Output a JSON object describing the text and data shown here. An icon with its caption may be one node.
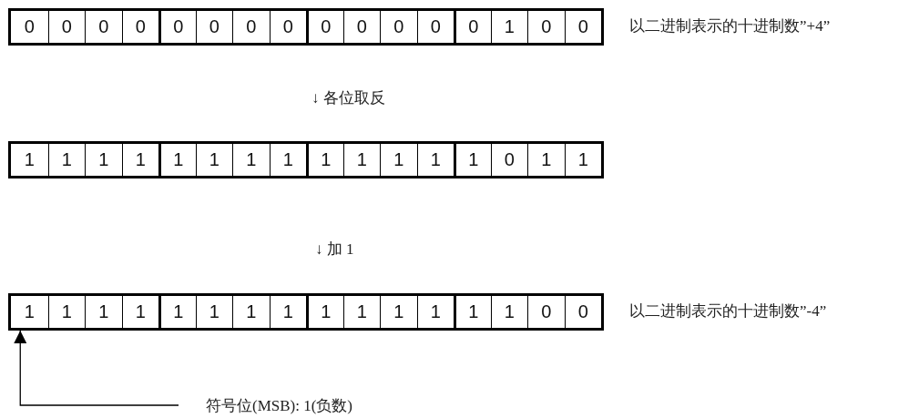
{
  "diagram": {
    "nodes": [
      {
        "text": [],
        "shape": "box",
        "beside": [
          "以二进制表示的十进制数”+4”"
        ]
      },
      {
        "text": [
          "0"
        ],
        "in": 0
      },
      {
        "text": [
          "0"
        ],
        "in": 0
      },
      {
        "text": [
          "0"
        ],
        "in": 0
      },
      {
        "text": [
          "0"
        ],
        "in": 0
      },
      {
        "text": [
          "0"
        ],
        "in": 0
      },
      {
        "text": [
          "0"
        ],
        "in": 0
      },
      {
        "text": [
          "0"
        ],
        "in": 0
      },
      {
        "text": [
          "0"
        ],
        "in": 0
      },
      {
        "text": [
          "0"
        ],
        "in": 0
      },
      {
        "text": [
          "0"
        ],
        "in": 0
      },
      {
        "text": [
          "0"
        ],
        "in": 0
      },
      {
        "text": [
          "0"
        ],
        "in": 0
      },
      {
        "text": [
          "0"
        ],
        "in": 0
      },
      {
        "text": [
          "1"
        ],
        "in": 0
      },
      {
        "text": [
          "0"
        ],
        "in": 0
      },
      {
        "text": [
          "0"
        ],
        "in": 0
      },
      {
        "text": [],
        "shape": "box"
      },
      {
        "text": [
          "1"
        ],
        "in": 17
      },
      {
        "text": [
          "1"
        ],
        "in": 17
      },
      {
        "text": [
          "1"
        ],
        "in": 17
      },
      {
        "text": [
          "1"
        ],
        "in": 17
      },
      {
        "text": [
          "1"
        ],
        "in": 17
      },
      {
        "text": [
          "1"
        ],
        "in": 17
      },
      {
        "text": [
          "1"
        ],
        "in": 17
      },
      {
        "text": [
          "1"
        ],
        "in": 17
      },
      {
        "text": [
          "1"
        ],
        "in": 17
      },
      {
        "text": [
          "1"
        ],
        "in": 17
      },
      {
        "text": [
          "1"
        ],
        "in": 17
      },
      {
        "text": [
          "1"
        ],
        "in": 17
      },
      {
        "text": [
          "1"
        ],
        "in": 17
      },
      {
        "text": [
          "0"
        ],
        "in": 17
      },
      {
        "text": [
          "1"
        ],
        "in": 17
      },
      {
        "text": [
          "1"
        ],
        "in": 17
      },
      {
        "text": [],
        "shape": "box",
        "beside": [
          "以二进制表示的十进制数”-4”"
        ]
      },
      {
        "text": [
          "1"
        ],
        "in": 34
      },
      {
        "text": [
          "1"
        ],
        "in": 34
      },
      {
        "text": [
          "1"
        ],
        "in": 34
      },
      {
        "text": [
          "1"
        ],
        "in": 34
      },
      {
        "text": [
          "1"
        ],
        "in": 34
      },
      {
        "text": [
          "1"
        ],
        "in": 34
      },
      {
        "text": [
          "1"
        ],
        "in": 34
      },
      {
        "text": [
          "1"
        ],
        "in": 34
      },
      {
        "text": [
          "1"
        ],
        "in": 34
      },
      {
        "text": [
          "1"
        ],
        "in": 34
      },
      {
        "text": [
          "1"
        ],
        "in": 34
      },
      {
        "text": [
          "1"
        ],
        "in": 34
      },
      {
        "text": [
          "1"
        ],
        "in": 34
      },
      {
        "text": [
          "1"
        ],
        "in": 34
      },
      {
        "text": [
          "0"
        ],
        "in": 34
      },
      {
        "text": [
          "0"
        ],
        "in": 34
      },
      {
        "text": [
          "符号位(MSB): 1(负数)"
        ]
      }
    ],
    "edges": [
      {
        "from": 51,
        "to": 35,
        "arrow": "to"
      }
    ],
    "labels": [
      "↓ 各位取反",
      "↓ 加 1"
    ]
  }
}
